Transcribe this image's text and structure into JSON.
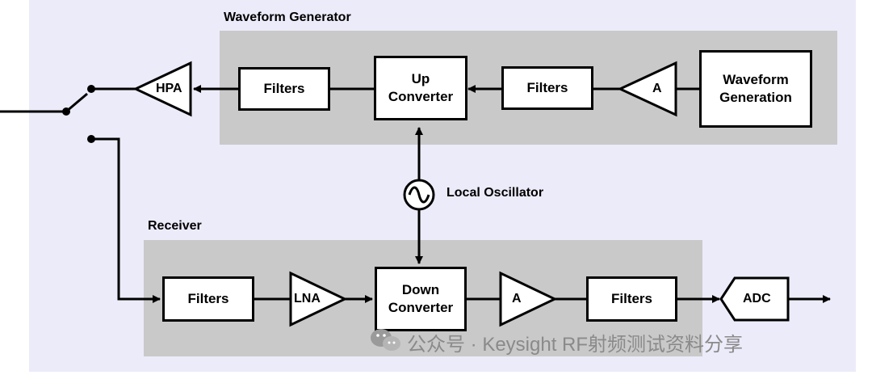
{
  "groups": {
    "waveform_generator": "Waveform Generator",
    "receiver": "Receiver"
  },
  "transmit": {
    "hpa": "HPA",
    "filters_1": "Filters",
    "up_converter": "Up\nConverter",
    "filters_2": "Filters",
    "amp": "A",
    "waveform_generation": "Waveform\nGeneration"
  },
  "oscillator": {
    "label": "Local Oscillator"
  },
  "receive": {
    "filters_1": "Filters",
    "lna": "LNA",
    "down_converter": "Down\nConverter",
    "amp": "A",
    "filters_2": "Filters",
    "adc": "ADC"
  },
  "watermark": "公众号 · Keysight RF射频测试资料分享",
  "colors": {
    "background": "#ecebf9",
    "group": "#c9c9c9",
    "line": "#000000"
  }
}
